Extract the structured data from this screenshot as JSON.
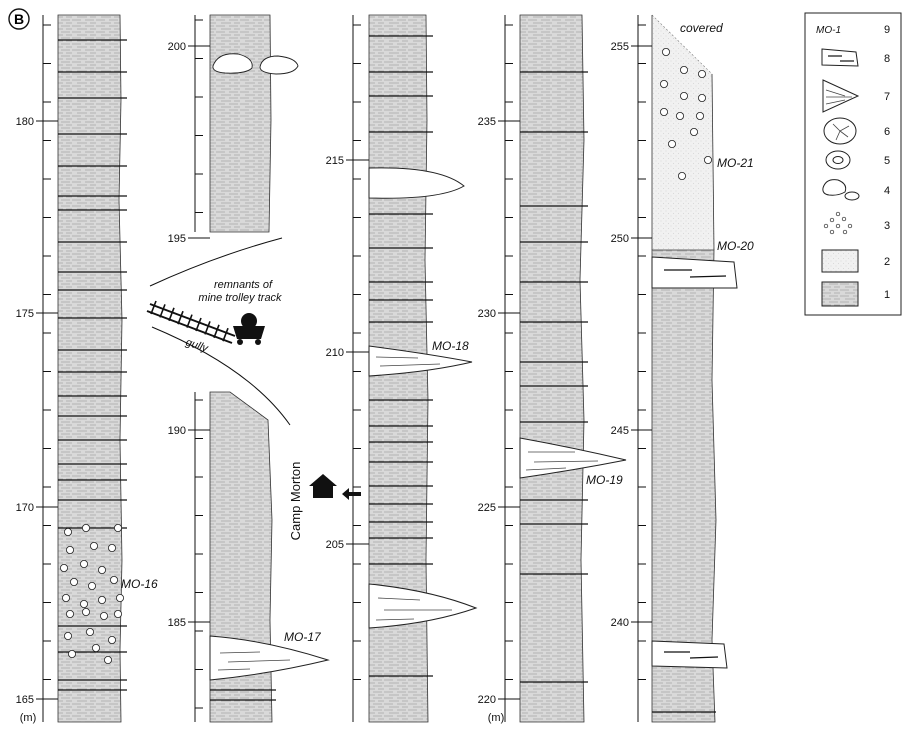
{
  "panel_label": "B",
  "unit_label": "(m)",
  "columns": [
    {
      "id": "col1",
      "ticks": [
        "180",
        "175",
        "170",
        "165"
      ]
    },
    {
      "id": "col2",
      "ticks": [
        "200",
        "195",
        "190",
        "185"
      ]
    },
    {
      "id": "col3",
      "ticks": [
        "215",
        "210",
        "205"
      ]
    },
    {
      "id": "col4",
      "ticks": [
        "235",
        "230",
        "225",
        "220"
      ]
    },
    {
      "id": "col5",
      "ticks": [
        "255",
        "250",
        "245",
        "240"
      ]
    }
  ],
  "samples": {
    "mo16": "MO-16",
    "mo17": "MO-17",
    "mo18": "MO-18",
    "mo19": "MO-19",
    "mo20": "MO-20",
    "mo21": "MO-21"
  },
  "annotations": {
    "covered": "covered",
    "track_line1": "remnants of",
    "track_line2": "mine trolley track",
    "gully": "gully",
    "camp": "Camp Morton"
  },
  "legend": {
    "sample_label": "MO-1",
    "items": [
      "9",
      "8",
      "7",
      "6",
      "5",
      "4",
      "3",
      "2",
      "1"
    ]
  },
  "icons": [
    "mine-cart-icon",
    "house-icon",
    "arrow-left-icon",
    "rail-track-icon"
  ]
}
